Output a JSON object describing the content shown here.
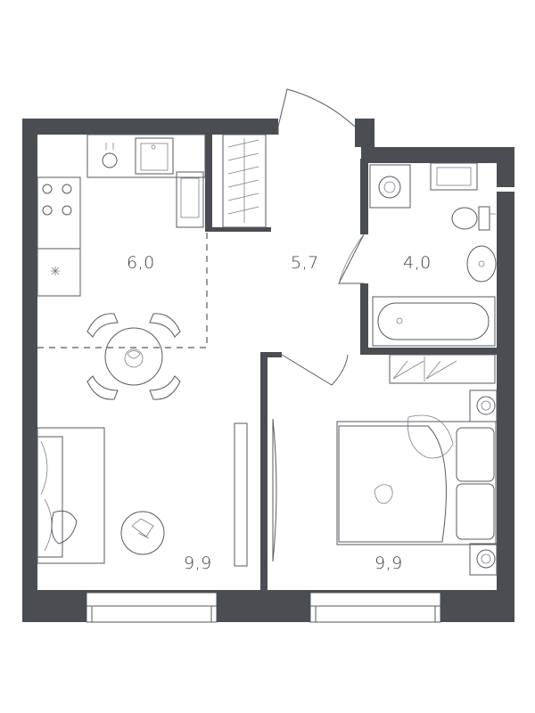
{
  "rooms": [
    {
      "id": "kitchen",
      "area": "6,0"
    },
    {
      "id": "hallway",
      "area": "5,7"
    },
    {
      "id": "bathroom",
      "area": "4,0"
    },
    {
      "id": "living",
      "area": "9,9"
    },
    {
      "id": "bedroom",
      "area": "9,9"
    }
  ],
  "colors": {
    "wall": "#4a4d52",
    "line": "#555a60",
    "background": "#ffffff"
  }
}
